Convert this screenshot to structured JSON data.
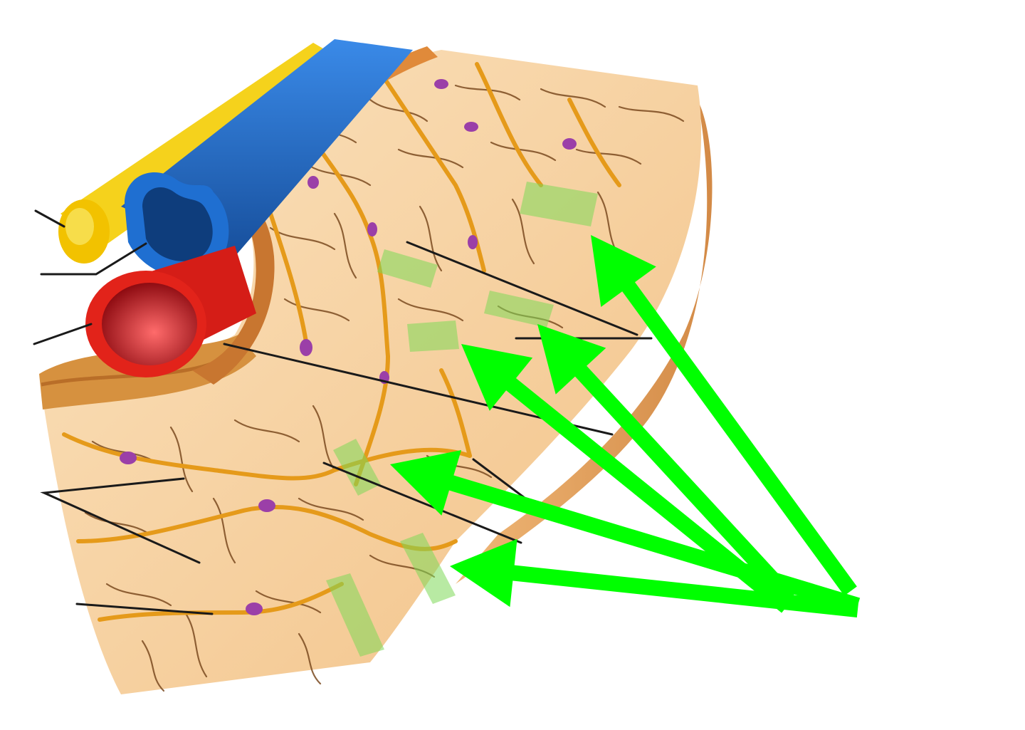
{
  "diagram": {
    "structures": [
      "nerve",
      "vein",
      "artery",
      "bone-tissue-block",
      "osteocyte",
      "canaliculi"
    ],
    "label_lines_count": 10,
    "arrow_count": 5,
    "highlight_patches_count": 7
  },
  "colors": {
    "accent": "#00ff00",
    "nerve": "#f5d21c",
    "vein": "#1f6fd1",
    "artery": "#e2231a",
    "bone": "#f4c995",
    "bone_edge": "#c97a2c",
    "canal": "#e59a1a",
    "osteocyte": "#9b3fa8",
    "highlight": "#7ed957"
  }
}
